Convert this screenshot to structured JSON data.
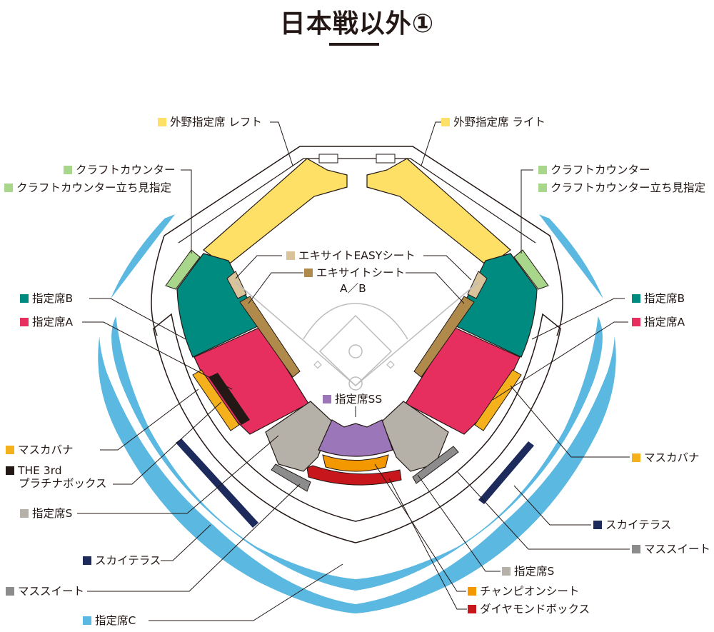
{
  "title": "日本戦以外①",
  "colors": {
    "outfield": "#ffe066",
    "craft": "#a8d68a",
    "seat_b": "#008b80",
    "seat_a": "#e62e5f",
    "excite_easy": "#d8c39a",
    "excite": "#b08a4a",
    "seat_ss": "#9b76b8",
    "seat_s": "#b5b1a9",
    "champion": "#f39800",
    "diamond": "#c8161d",
    "masukabana": "#f5b11b",
    "platinum": "#231815",
    "sky_terrace": "#1d2a5c",
    "masu_suite": "#8c8c8c",
    "seat_c": "#5bb8e1"
  },
  "labels": {
    "outfield_left": "外野指定席 レフト",
    "outfield_right": "外野指定席 ライト",
    "craft_counter_left": "クラフトカウンター",
    "craft_standing_left": "クラフトカウンター立ち見指定",
    "craft_counter_right": "クラフトカウンター",
    "craft_standing_right": "クラフトカウンター立ち見指定",
    "excite_easy": "エキサイトEASYシート",
    "excite": "エキサイトシート",
    "excite_ab": "A／B",
    "seat_b_left": "指定席B",
    "seat_a_left": "指定席A",
    "seat_b_right": "指定席B",
    "seat_a_right": "指定席A",
    "seat_ss": "指定席SS",
    "masukabana_left": "マスカバナ",
    "platinum_line1": "THE 3rd",
    "platinum_line2": "プラチナボックス",
    "seat_s_left": "指定席S",
    "sky_terrace_left": "スカイテラス",
    "masu_suite_left": "マススイート",
    "seat_c": "指定席C",
    "masukabana_right": "マスカバナ",
    "sky_terrace_right": "スカイテラス",
    "masu_suite_right": "マススイート",
    "seat_s_right": "指定席S",
    "champion": "チャンピオンシート",
    "diamond": "ダイヤモンドボックス"
  }
}
